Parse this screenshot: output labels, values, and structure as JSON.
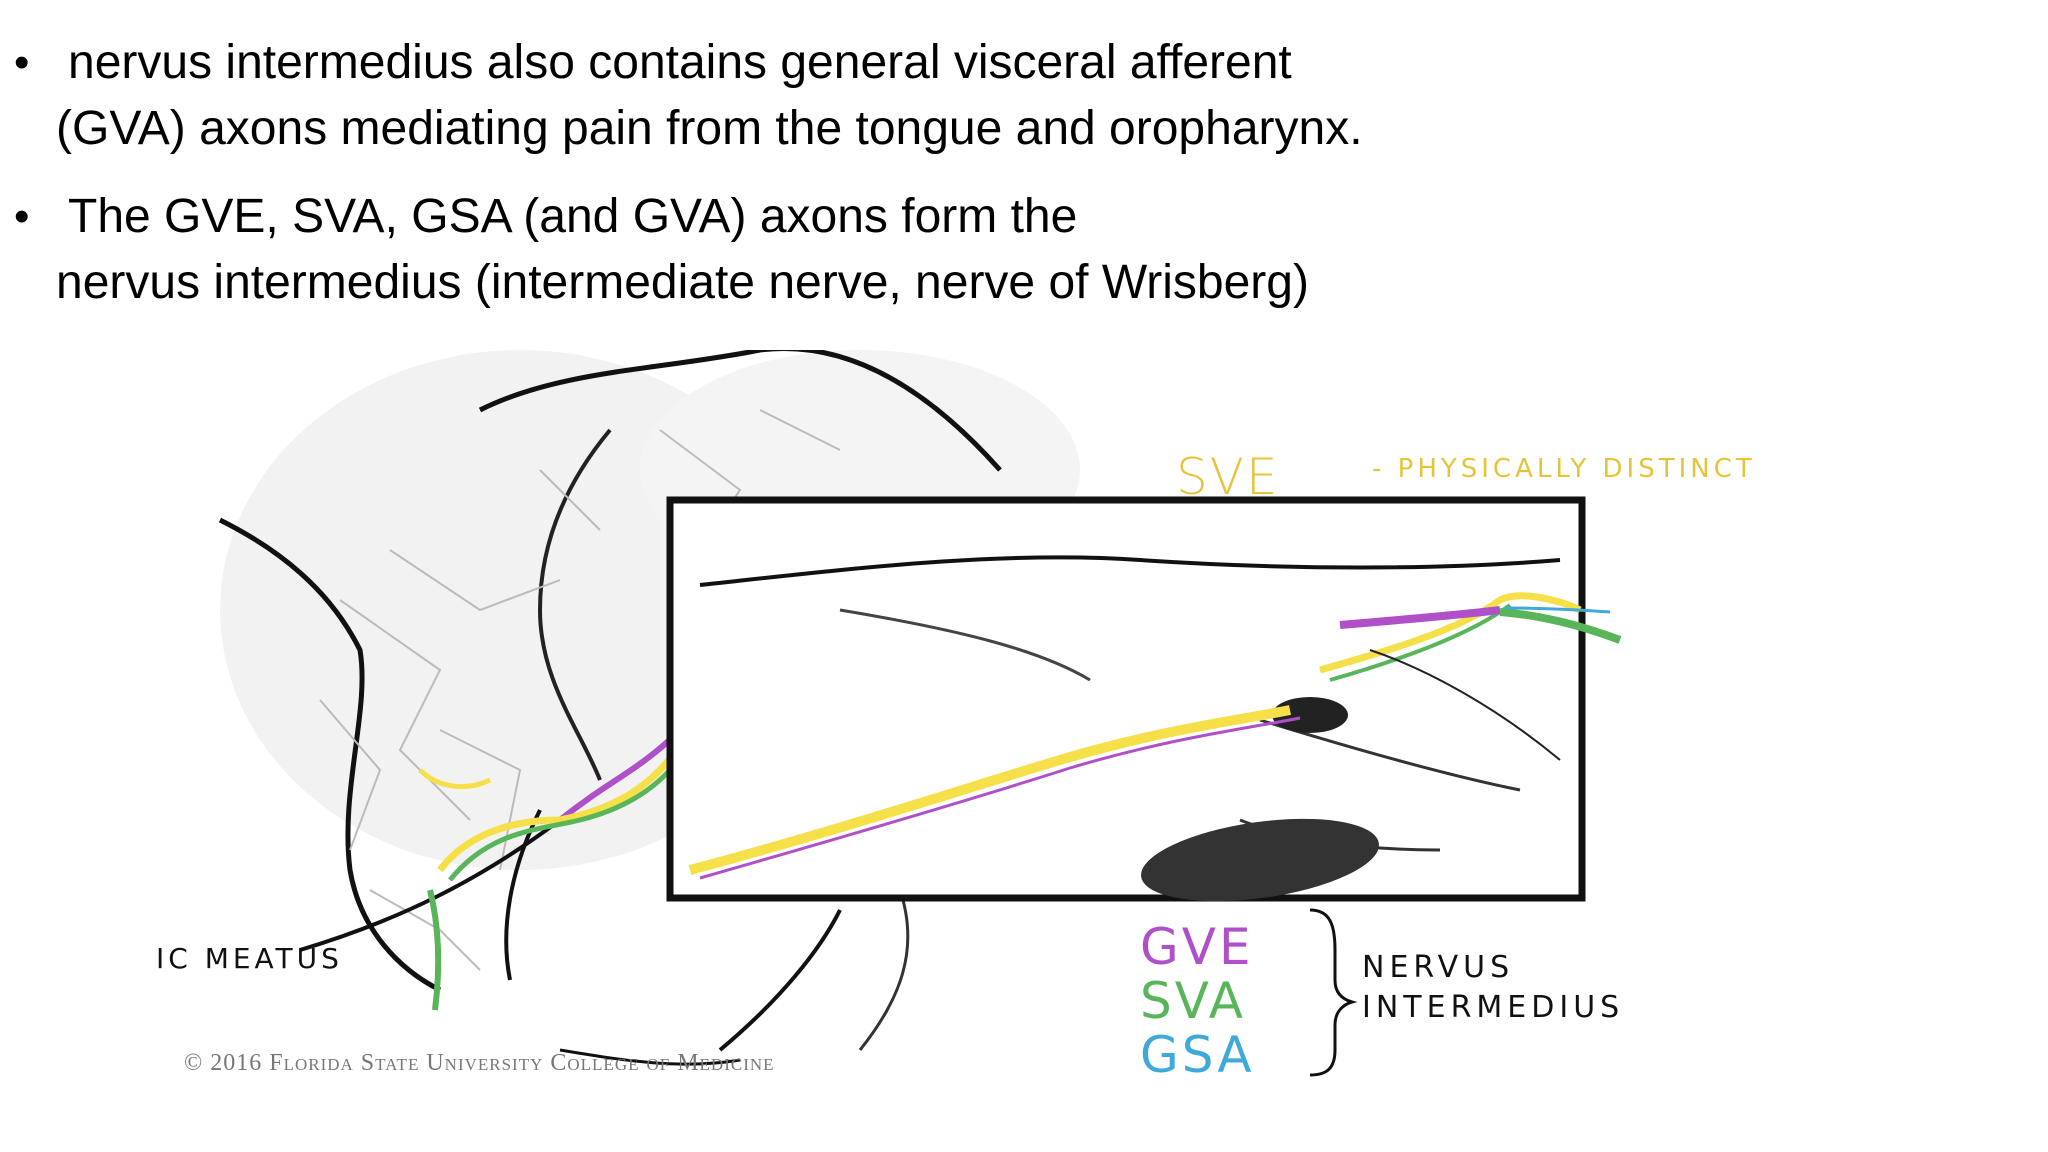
{
  "bullets": [
    {
      "line1": "nervus intermedius also contains general visceral afferent",
      "line2": "(GVA) axons mediating pain from the tongue and oropharynx."
    },
    {
      "line1": "The GVE, SVA, GSA (and GVA) axons form the",
      "line2": "nervus intermedius (intermediate nerve, nerve of Wrisberg)"
    }
  ],
  "figure": {
    "ic_meatus": "IC MEATUS",
    "sve": "SVE",
    "sve_note": "- PHYSICALLY DISTINCT",
    "gve": "GVE",
    "sva": "SVA",
    "gsa": "GSA",
    "nervus_line1": "NERVUS",
    "nervus_line2": "INTERMEDIUS",
    "copyright": "© 2016 Florida State University College of Medicine",
    "colors": {
      "sve": "#e6c43a",
      "gve": "#b050c8",
      "sva": "#59b55a",
      "gsa": "#3fa9d9",
      "yellow_nerve": "#f5e04a"
    }
  }
}
